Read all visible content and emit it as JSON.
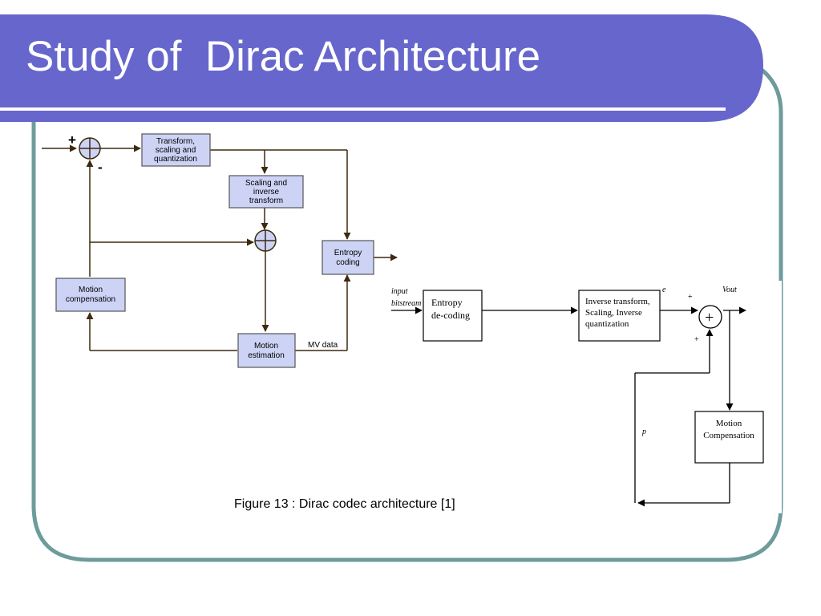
{
  "slide": {
    "title": "Study of  Dirac Architecture",
    "caption": "Figure 13 : Dirac codec architecture [1]",
    "colors": {
      "header": "#6666cc",
      "frame": "#6e9b9b",
      "box_fill": "#cdd3f5"
    }
  },
  "encoder": {
    "plus_sign": "+",
    "minus_sign": "-",
    "transform": [
      "Transform,",
      "scaling and",
      "quantization"
    ],
    "scaling": [
      "Scaling and",
      "inverse",
      "transform"
    ],
    "entropy": [
      "Entropy",
      "coding"
    ],
    "motion_comp": [
      "Motion",
      "compensation"
    ],
    "motion_est": [
      "Motion",
      "estimation"
    ],
    "mv_label": "MV data"
  },
  "decoder": {
    "input": [
      "input",
      "bitstream"
    ],
    "entropy": [
      "Entropy",
      "de-coding"
    ],
    "inverse": [
      "Inverse transform,",
      "Scaling, Inverse",
      "quantization"
    ],
    "e_label": "e",
    "vout_label": "Vout",
    "plus_top": "+",
    "plus_bottom": "+",
    "adder_symbol": "+",
    "p_label": "p",
    "motion_comp": [
      "Motion",
      "Compensation"
    ]
  }
}
